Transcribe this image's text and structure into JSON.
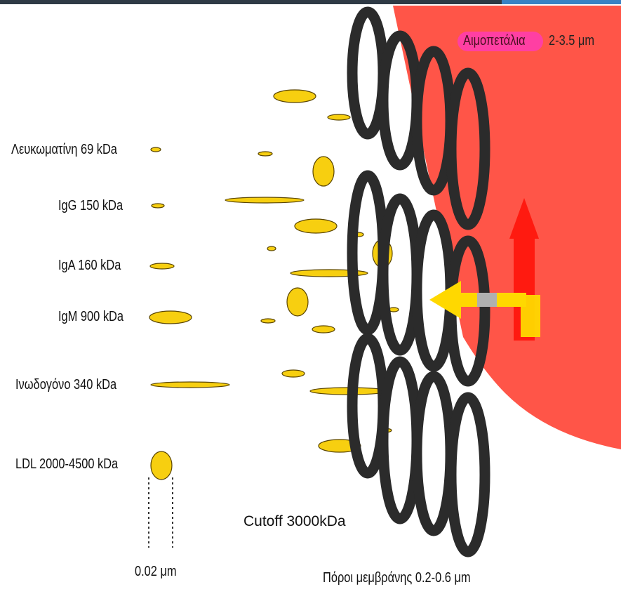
{
  "platelets": {
    "name": "Αιμοπετάλια",
    "size": "2-3.5 μm"
  },
  "molecules": [
    {
      "label": "Λευκωματίνη 69 kDa"
    },
    {
      "label": "IgG 150 kDa"
    },
    {
      "label": "IgA 160 kDa"
    },
    {
      "label": "IgM 900 kDa"
    },
    {
      "label": "Ινωδογόνο 340 kDa"
    },
    {
      "label": "LDL 2000-4500 kDa"
    }
  ],
  "scale_label": "0.02 μm",
  "cutoff_label": "Cutoff 3000kDa",
  "pores_label": "Πόροι μεμβράνης 0.2-0.6 μm",
  "colors": {
    "blood": "#ff5548",
    "particle": "#f7cf10",
    "particle_outline": "#5a4500",
    "ring": "#2b2b2b",
    "arrow_up": "#ff1a10",
    "arrow_left": "#ffd800"
  }
}
